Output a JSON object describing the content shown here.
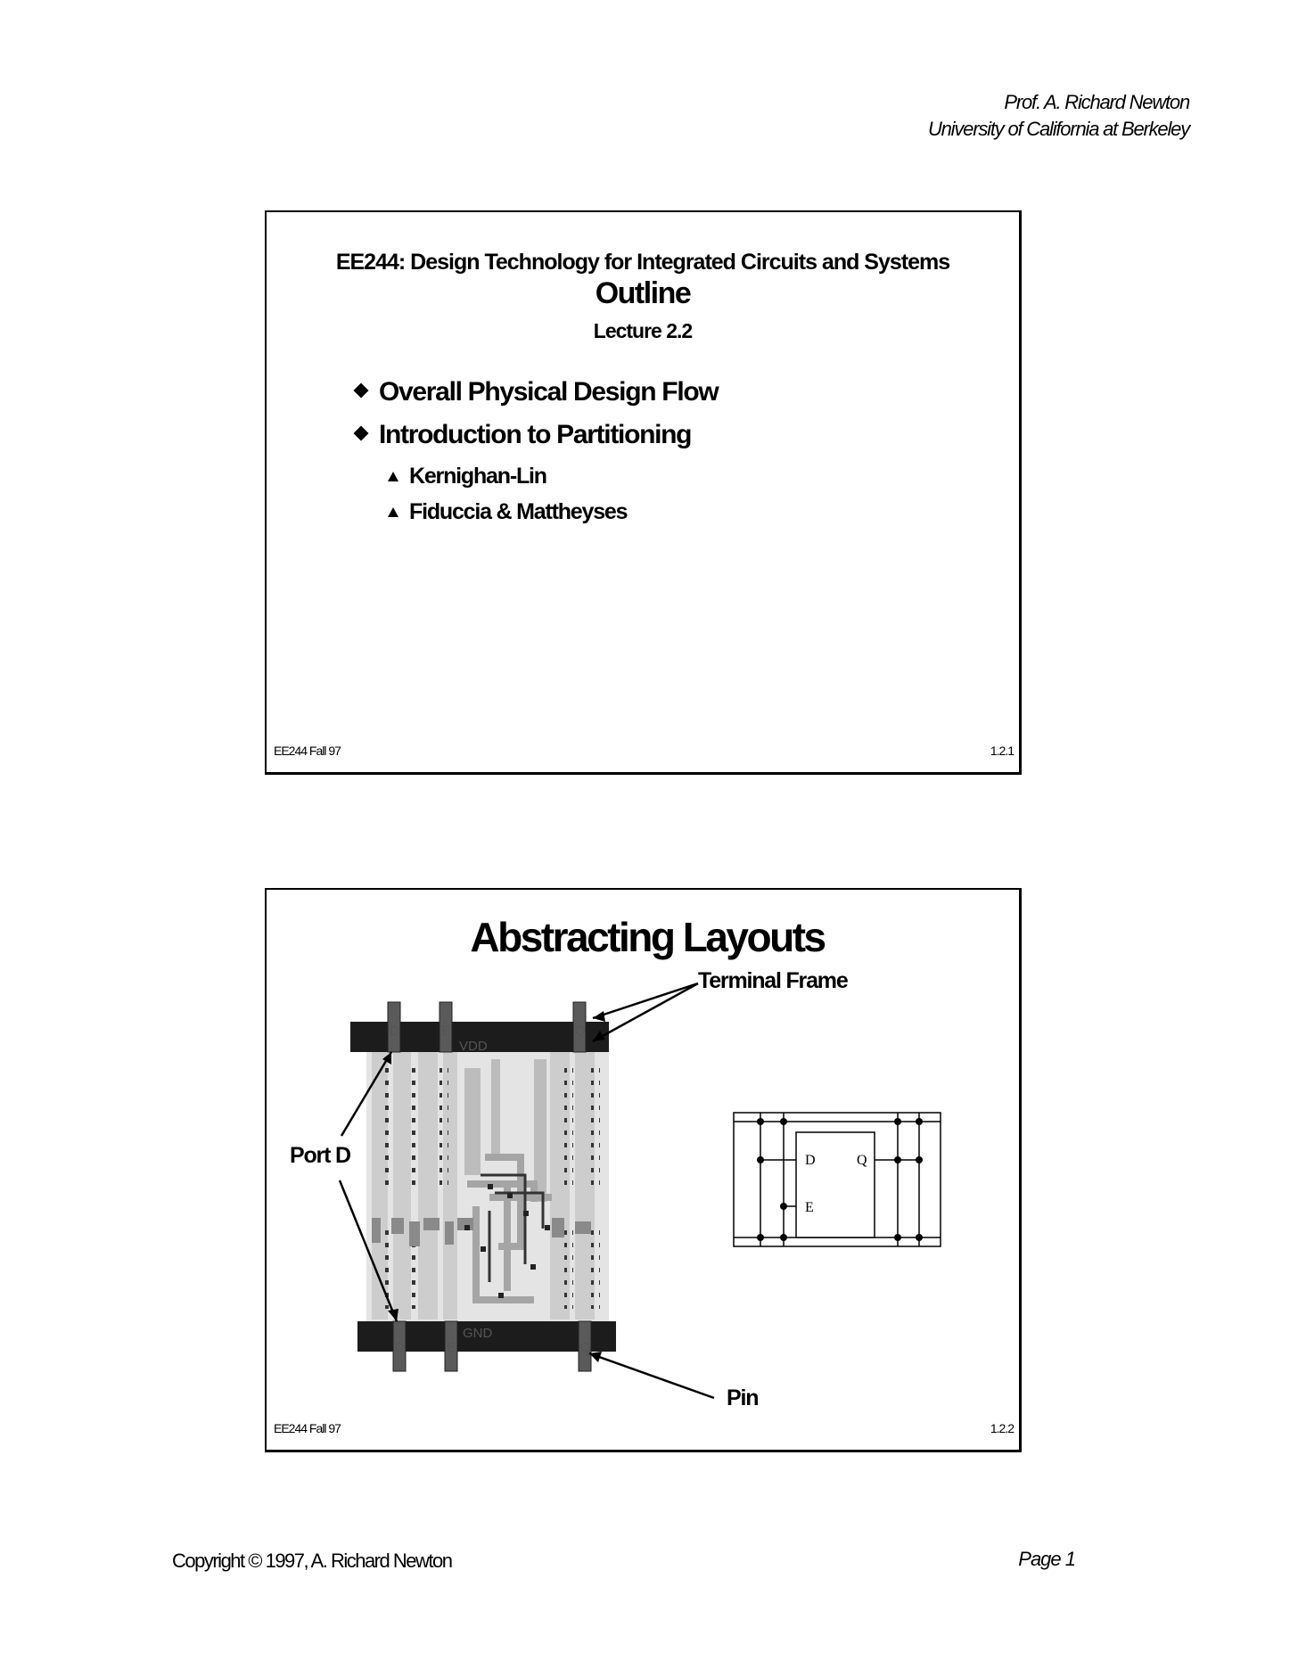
{
  "header": {
    "author": "Prof. A. Richard Newton",
    "institution": "University of California at Berkeley"
  },
  "slide1": {
    "course": "EE244: Design Technology for Integrated Circuits and Systems",
    "title": "Outline",
    "subtitle": "Lecture 2.2",
    "bullets": [
      "Overall Physical Design Flow",
      "Introduction to Partitioning"
    ],
    "subbullets": [
      "Kernighan-Lin",
      "Fiduccia & Mattheyses"
    ],
    "footer_left": "EE244 Fall 97",
    "footer_right": "1.2.1"
  },
  "slide2": {
    "title": "Abstracting Layouts",
    "label_terminal_frame": "Terminal Frame",
    "label_port_d": "Port D",
    "label_pin": "Pin",
    "rail_vdd": "VDD",
    "rail_gnd": "GND",
    "pin_d": "D",
    "pin_e": "E",
    "pin_q": "Q",
    "symbol_d": "D",
    "symbol_q": "Q",
    "symbol_e": "E",
    "footer_left": "EE244 Fall 97",
    "footer_right": "1.2.2"
  },
  "footer": {
    "copyright": "Copyright © 1997, A. Richard Newton",
    "page": "Page 1"
  }
}
